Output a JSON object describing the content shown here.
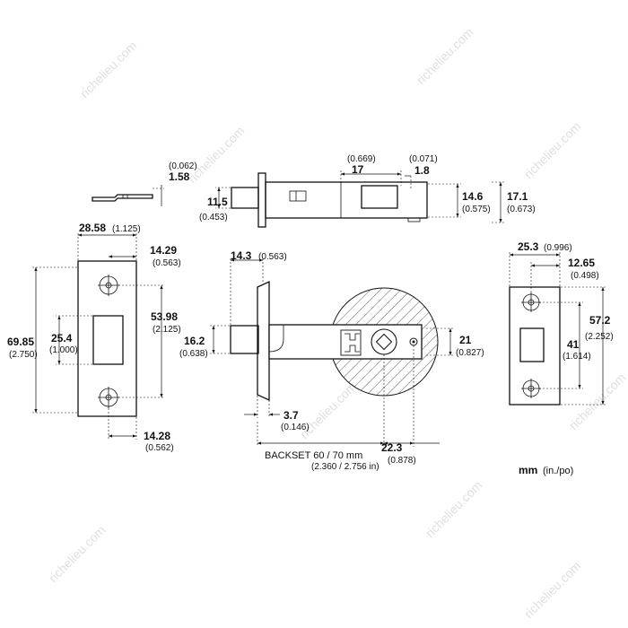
{
  "watermark": "richelieu.com",
  "strike": {
    "width_mm": "28.58",
    "width_in": "(1.125)",
    "height_mm": "69.85",
    "height_in": "(2.750)",
    "opening_mm": "25.4",
    "opening_in": "(1.000)",
    "screw_offset_top_mm": "14.29",
    "screw_offset_top_in": "(0.563)",
    "screw_spacing_mm": "53.98",
    "screw_spacing_in": "(2.125)",
    "screw_offset_bottom_mm": "14.28",
    "screw_offset_bottom_in": "(0.562)",
    "thickness_mm": "1.58",
    "thickness_in": "(0.062)"
  },
  "latch_side": {
    "bolt_height_mm": "11.5",
    "bolt_height_in": "(0.453)",
    "bolt_depth_mm": "17",
    "bolt_depth_in": "(0.669)",
    "gap_mm": "1.8",
    "gap_in": "(0.071)",
    "body_height_mm": "14.6",
    "body_height_in": "(0.575)",
    "total_height_mm": "17.1",
    "total_height_in": "(0.673)"
  },
  "latch_front": {
    "faceplate_offset_mm": "14.3",
    "faceplate_offset_in": "(0.563)",
    "bolt_dia_mm": "16.2",
    "bolt_dia_in": "(0.638)",
    "faceplate_thk_mm": "3.7",
    "faceplate_thk_in": "(0.146)",
    "hub_mm": "21",
    "hub_in": "(0.827)",
    "hub_offset_mm": "22.3",
    "hub_offset_in": "(0.878)",
    "backset_label": "BACKSET 60 / 70 mm",
    "backset_in": "(2.360  / 2.756 in)"
  },
  "faceplate": {
    "width_mm": "25.3",
    "width_in": "(0.996)",
    "screw_offset_mm": "12.65",
    "screw_offset_in": "(0.498)",
    "height_mm": "57.2",
    "height_in": "(2.252)",
    "screw_spacing_mm": "41",
    "screw_spacing_in": "(1.614)"
  },
  "units": {
    "main": "mm",
    "secondary": "(in./po)"
  }
}
